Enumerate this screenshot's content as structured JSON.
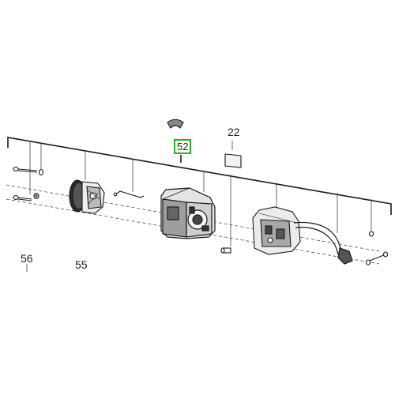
{
  "callouts": {
    "part_52": "52",
    "part_22": "22",
    "part_56": "56",
    "part_55": "55"
  },
  "highlight_color": "#28b028",
  "line_color": "#1a1a1a",
  "parts": [
    "screws",
    "washers",
    "armature-fan",
    "brush-spring",
    "motor-housing",
    "label-plate",
    "pin",
    "switch-assembly",
    "lead-wires",
    "end-screws"
  ]
}
